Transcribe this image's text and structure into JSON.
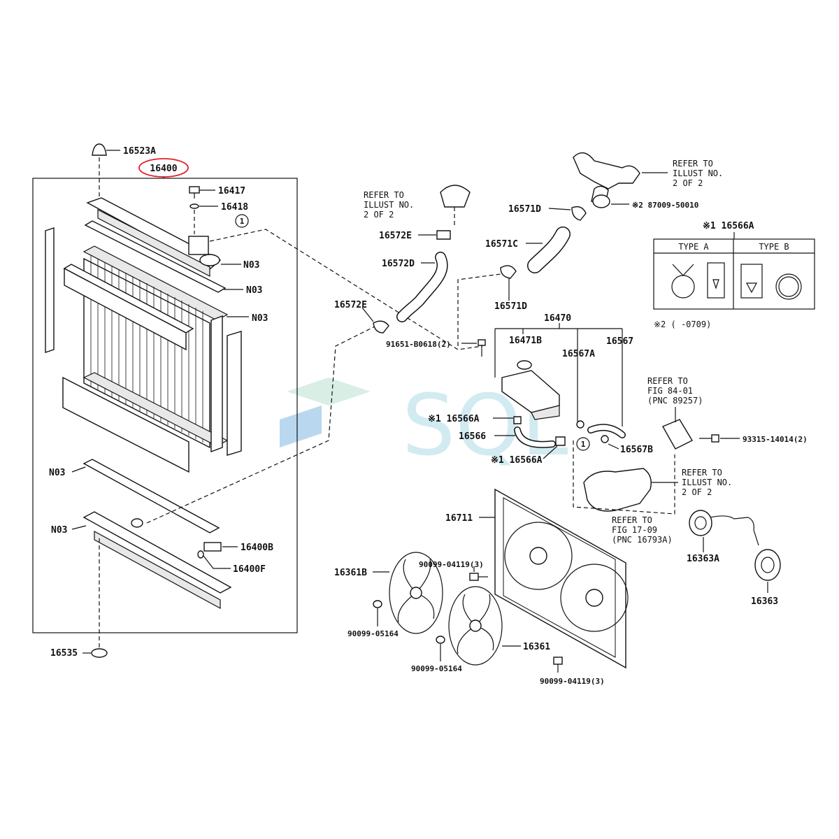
{
  "main_part": "16400",
  "watermark": "SQL",
  "labels": {
    "p16523A": "16523A",
    "p16417": "16417",
    "p16418": "16418",
    "n03_1": "N03",
    "n03_2": "N03",
    "n03_3": "N03",
    "n03_4": "N03",
    "n03_5": "N03",
    "p16400B": "16400B",
    "p16400F": "16400F",
    "p16535": "16535",
    "p16572E_a": "16572E",
    "p16572D": "16572D",
    "p16572E_b": "16572E",
    "p91651": "91651-B0618(2)",
    "p16571D_a": "16571D",
    "p16571C": "16571C",
    "p16571D_b": "16571D",
    "p87009": "※2 87009-50010",
    "p16470": "16470",
    "p16471B": "16471B",
    "p16567A": "16567A",
    "p16567": "16567",
    "p16566A_1": "※1 16566A",
    "p16566": "16566",
    "p16566A_2": "※1 16566A",
    "p16567B": "16567B",
    "p93315": "93315-14014(2)",
    "p16711": "16711",
    "p90099_04119_a": "90099-04119(3)",
    "p16361B": "16361B",
    "p90099_05164_a": "90099-05164",
    "p90099_05164_b": "90099-05164",
    "p16361": "16361",
    "p90099_04119_b": "90099-04119(3)",
    "p16363A": "16363A",
    "p16363": "16363",
    "note1_head": "※1 16566A",
    "type_a": "TYPE A",
    "type_b": "TYPE B",
    "note2": "※2 (     -0709)",
    "circle_1a": "1",
    "circle_1b": "1"
  },
  "refs": {
    "ref_thermo": [
      "REFER TO",
      "ILLUST NO.",
      "2 OF 2"
    ],
    "ref_outlet": [
      "REFER TO",
      "ILLUST NO.",
      "2 OF 2"
    ],
    "ref_fig84": [
      "REFER TO",
      "FIG 84-01",
      "(PNC 89257)"
    ],
    "ref_wp": [
      "REFER TO",
      "ILLUST NO.",
      "2 OF 2"
    ],
    "ref_fig17": [
      "REFER TO",
      "FIG 17-09",
      "(PNC 16793A)"
    ]
  },
  "colors": {
    "highlight": "#e0202a",
    "watermark": "#bfe3ec"
  }
}
